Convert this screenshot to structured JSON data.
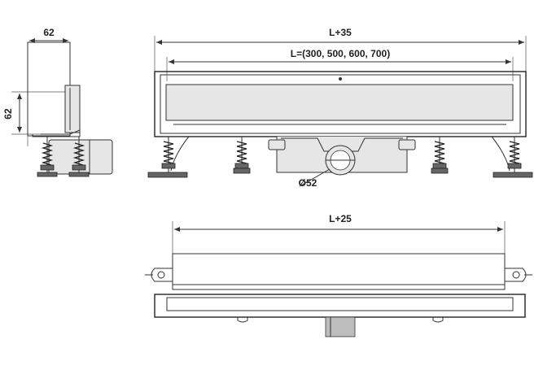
{
  "side_view": {
    "width_label": "62",
    "height_label": "62"
  },
  "front_view": {
    "overall_label": "L+35",
    "length_label": "L=(300, 500, 600, 700)",
    "outlet_label": "Ø52"
  },
  "bottom_view": {
    "overall_label": "L+25"
  },
  "colors": {
    "line": "#333333",
    "fill_light": "#e6e6e6",
    "fill_dark": "#666666"
  }
}
